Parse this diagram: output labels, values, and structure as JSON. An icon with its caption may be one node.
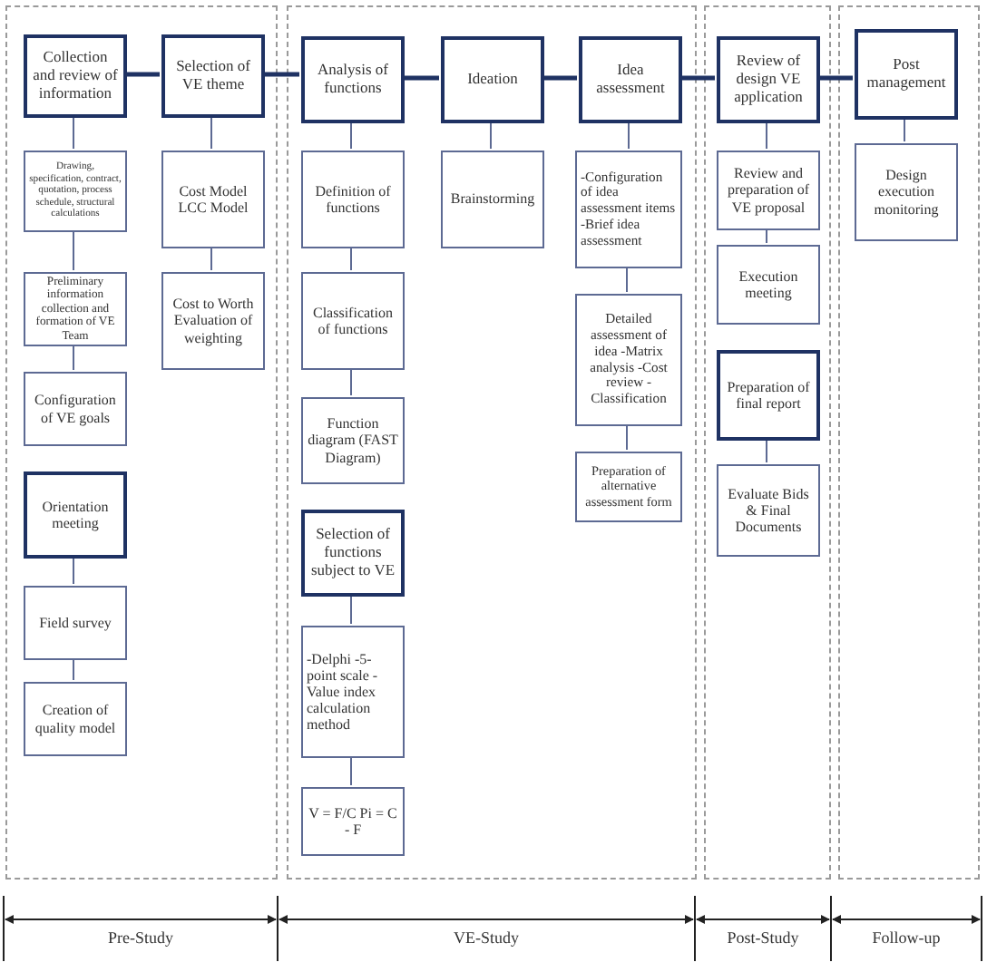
{
  "diagram": {
    "nodes": [
      {
        "text": [],
        "shape": "box"
      },
      {
        "text": [],
        "shape": "box"
      },
      {
        "text": [],
        "shape": "box"
      },
      {
        "text": [],
        "shape": "box"
      },
      {
        "text": [
          "Collection and review of information"
        ],
        "in": 0
      },
      {
        "text": [
          "Drawing, specification, contract, quotation, process schedule, structural calculations"
        ],
        "in": 0
      },
      {
        "text": [
          "Preliminary information collection and formation of VE Team"
        ],
        "in": 0
      },
      {
        "text": [
          "Configuration of VE goals"
        ],
        "in": 0
      },
      {
        "text": [
          "Orientation meeting"
        ],
        "in": 0
      },
      {
        "text": [
          "Field survey"
        ],
        "in": 0
      },
      {
        "text": [
          "Creation of quality model"
        ],
        "in": 0
      },
      {
        "text": [
          "Selection of VE theme"
        ],
        "in": 0
      },
      {
        "text": [
          "Cost Model LCC Model"
        ],
        "in": 0
      },
      {
        "text": [
          "Cost to Worth Evaluation of weighting"
        ],
        "in": 0
      },
      {
        "text": [
          "Analysis of functions"
        ],
        "in": 1
      },
      {
        "text": [
          "Definition of functions"
        ],
        "in": 1
      },
      {
        "text": [
          "Classification of functions"
        ],
        "in": 1
      },
      {
        "text": [
          "Function diagram (FAST Diagram)"
        ],
        "in": 1
      },
      {
        "text": [
          "Selection of functions subject to VE"
        ],
        "in": 1
      },
      {
        "text": [
          "-Delphi -5-point scale -Value index calculation method"
        ],
        "in": 1
      },
      {
        "text": [
          "V = F/C Pi = C - F"
        ],
        "in": 1
      },
      {
        "text": [
          "Ideation"
        ],
        "in": 1
      },
      {
        "text": [
          "Brainstorming"
        ],
        "in": 1
      },
      {
        "text": [
          "Idea assessment"
        ],
        "in": 1
      },
      {
        "text": [
          "-Configuration of idea assessment items -Brief idea assessment"
        ],
        "in": 1
      },
      {
        "text": [
          "Detailed assessment of idea -Matrix analysis -Cost review -Classification"
        ],
        "in": 1
      },
      {
        "text": [
          "Preparation of alternative assessment form"
        ],
        "in": 1
      },
      {
        "text": [
          "Review of design VE application"
        ],
        "in": 2
      },
      {
        "text": [
          "Review and preparation of VE proposal"
        ],
        "in": 2
      },
      {
        "text": [
          "Execution meeting"
        ],
        "in": 2
      },
      {
        "text": [
          "Preparation of final report"
        ],
        "in": 2
      },
      {
        "text": [
          "Evaluate Bids & Final Documents"
        ],
        "in": 2
      },
      {
        "text": [
          "Post management"
        ],
        "in": 3
      },
      {
        "text": [
          "Design execution monitoring"
        ],
        "in": 3
      }
    ],
    "edges": [
      {
        "from": 4,
        "to": 11,
        "arrow": "none",
        "style": "thick"
      },
      {
        "from": 11,
        "to": 14,
        "arrow": "none",
        "style": "thick"
      },
      {
        "from": 14,
        "to": 21,
        "arrow": "none",
        "style": "thick"
      },
      {
        "from": 21,
        "to": 23,
        "arrow": "none",
        "style": "thick"
      },
      {
        "from": 23,
        "to": 27,
        "arrow": "none",
        "style": "thick"
      },
      {
        "from": 27,
        "to": 32,
        "arrow": "none",
        "style": "thick"
      },
      {
        "from": 4,
        "to": 5,
        "arrow": "none"
      },
      {
        "from": 5,
        "to": 6,
        "arrow": "none"
      },
      {
        "from": 6,
        "to": 7,
        "arrow": "none"
      },
      {
        "from": 8,
        "to": 9,
        "arrow": "none"
      },
      {
        "from": 9,
        "to": 10,
        "arrow": "none"
      },
      {
        "from": 11,
        "to": 12,
        "arrow": "none"
      },
      {
        "from": 12,
        "to": 13,
        "arrow": "none"
      },
      {
        "from": 14,
        "to": 15,
        "arrow": "none"
      },
      {
        "from": 15,
        "to": 16,
        "arrow": "none"
      },
      {
        "from": 16,
        "to": 17,
        "arrow": "none"
      },
      {
        "from": 18,
        "to": 19,
        "arrow": "none"
      },
      {
        "from": 19,
        "to": 20,
        "arrow": "none"
      },
      {
        "from": 21,
        "to": 22,
        "arrow": "none"
      },
      {
        "from": 23,
        "to": 24,
        "arrow": "none"
      },
      {
        "from": 24,
        "to": 25,
        "arrow": "none"
      },
      {
        "from": 25,
        "to": 26,
        "arrow": "none"
      },
      {
        "from": 27,
        "to": 28,
        "arrow": "none"
      },
      {
        "from": 28,
        "to": 29,
        "arrow": "none"
      },
      {
        "from": 30,
        "to": 31,
        "arrow": "none"
      },
      {
        "from": 32,
        "to": 33,
        "arrow": "none"
      }
    ],
    "labels": [
      "Pre-Study",
      "VE-Study",
      "Post-Study",
      "Follow-up"
    ]
  }
}
